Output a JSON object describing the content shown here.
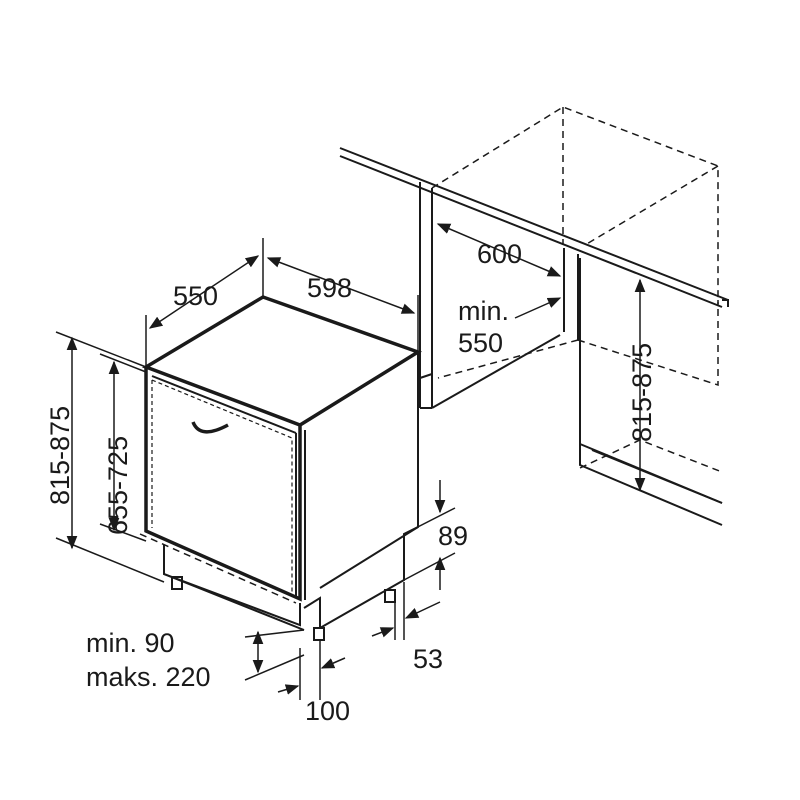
{
  "dimensions": {
    "depth": "550",
    "width": "598",
    "niche_width": "600",
    "niche_depth_line1": "min.",
    "niche_depth_line2": "550",
    "niche_height": "815-875",
    "total_height": "815-875",
    "door_height": "655-725",
    "plinth_gap": "89",
    "foot_offset": "53",
    "plinth_line1": "min. 90",
    "plinth_line2": "maks. 220",
    "plinth_depth": "100"
  }
}
